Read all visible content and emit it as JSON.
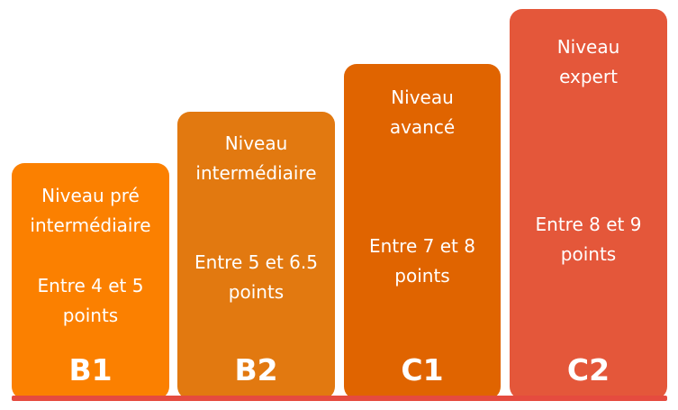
{
  "colors": {
    "b1": "#fb8000",
    "b2": "#e27910",
    "c1": "#e06400",
    "c2": "#e4573a",
    "baseline": "#e54b3f"
  },
  "levels": [
    {
      "code": "B1",
      "title": "Niveau pré\nintermédiaire",
      "score": "Entre 4 et 5\npoints"
    },
    {
      "code": "B2",
      "title": "Niveau\nintermédiaire",
      "score": "Entre 5 et 6.5\npoints"
    },
    {
      "code": "C1",
      "title": "Niveau\navancé",
      "score": "Entre 7 et 8\npoints"
    },
    {
      "code": "C2",
      "title": "Niveau\nexpert",
      "score": "Entre 8 et 9\npoints"
    }
  ]
}
